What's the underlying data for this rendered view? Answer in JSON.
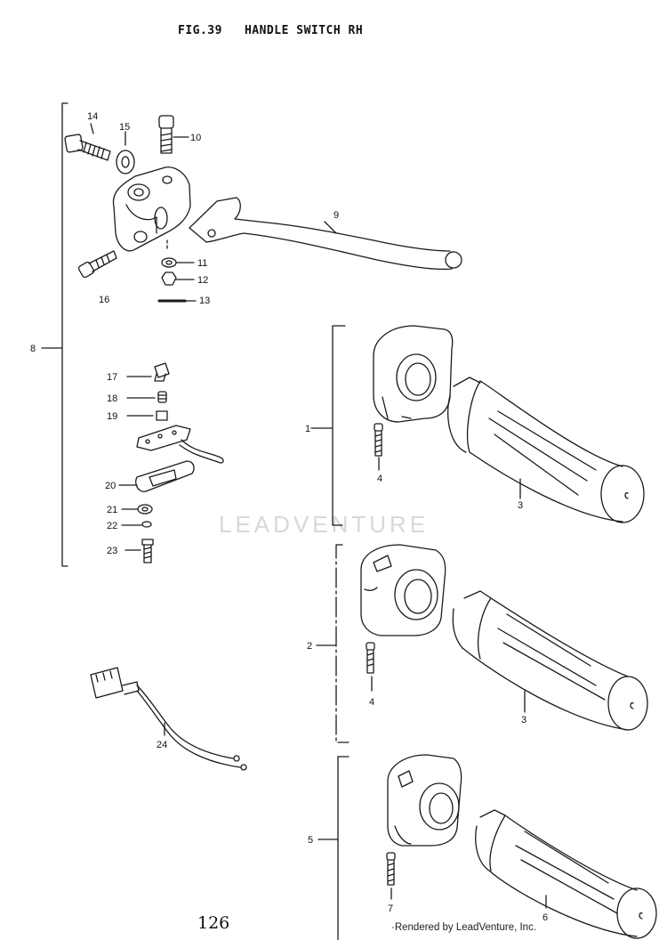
{
  "header": {
    "fig": "FIG.39",
    "title": "HANDLE SWITCH RH"
  },
  "footer": {
    "page_number": "126",
    "credit": "·Rendered by LeadVenture, Inc."
  },
  "watermark": {
    "text": "LEADVENTURE"
  },
  "callouts": {
    "c1": "1",
    "c2": "2",
    "c3a": "3",
    "c3b": "3",
    "c4a": "4",
    "c4b": "4",
    "c5": "5",
    "c6": "6",
    "c7": "7",
    "c8": "8",
    "c9": "9",
    "c10": "10",
    "c11": "11",
    "c12": "12",
    "c13": "13",
    "c14": "14",
    "c15": "15",
    "c16": "16",
    "c17": "17",
    "c18": "18",
    "c19": "19",
    "c20": "20",
    "c21": "21",
    "c22": "22",
    "c23": "23",
    "c24": "24"
  }
}
